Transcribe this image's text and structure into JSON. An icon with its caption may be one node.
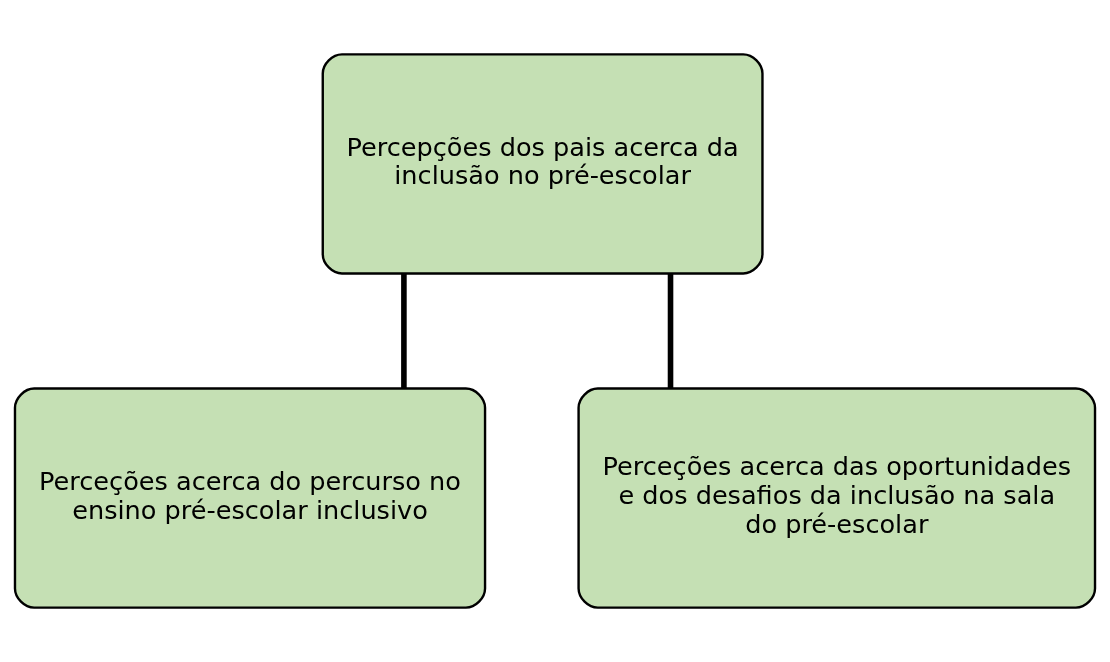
{
  "diagram": {
    "nodes": [
      {
        "text": [
          "Percepções dos pais acerca da inclusão no pré-escolar"
        ]
      },
      {
        "text": [
          "Perceções acerca do percurso no ensino pré-escolar inclusivo"
        ]
      },
      {
        "text": [
          "Perceções acerca das oportunidades e dos desafios da inclusão na sala do pré-escolar"
        ]
      }
    ],
    "edges": [
      {
        "from": 0,
        "to": 1,
        "arrow": "none"
      },
      {
        "from": 0,
        "to": 2,
        "arrow": "none"
      }
    ]
  }
}
